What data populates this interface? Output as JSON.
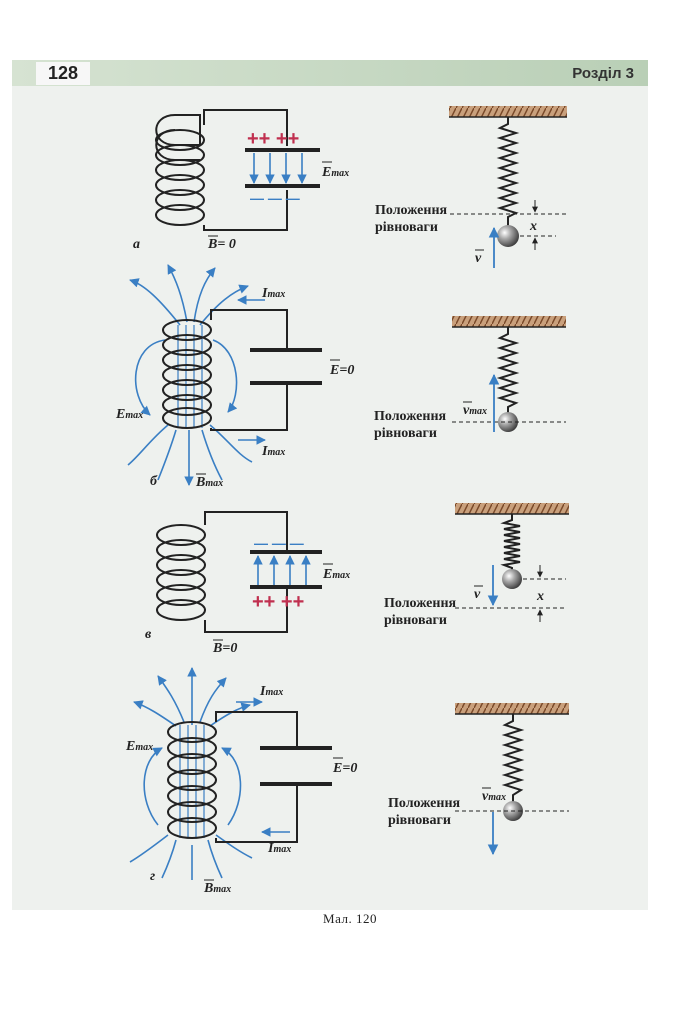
{
  "header": {
    "page_number": "128",
    "section": "Розділ 3"
  },
  "labels": {
    "a": "а",
    "b": "б",
    "v": "в",
    "g": "г",
    "B": "B",
    "E": "E",
    "I": "I",
    "v_sym": "v",
    "x": "x",
    "max": "max",
    "eq_zero": "=0",
    "eq_zero_sp": "= 0",
    "plus": "++ ++",
    "minus": "— — —",
    "equilibrium_line1": "Положення",
    "equilibrium_line2": "рівноваги"
  },
  "caption": "Мал. 120",
  "colors": {
    "field_blue": "#3a7fc4",
    "plus_red": "#c0304f",
    "minus_blue": "#3a7fc4",
    "ceiling_brown": "#8a5a3a"
  }
}
